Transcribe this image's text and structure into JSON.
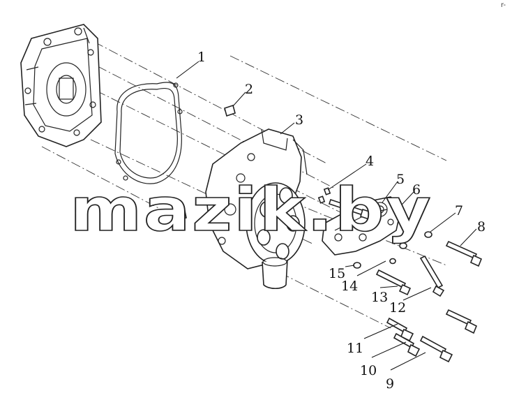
{
  "diagram": {
    "watermark": "mazik.by",
    "corner_mark": "r-",
    "callouts": [
      {
        "num": "1"
      },
      {
        "num": "2"
      },
      {
        "num": "3"
      },
      {
        "num": "4"
      },
      {
        "num": "5"
      },
      {
        "num": "6"
      },
      {
        "num": "7"
      },
      {
        "num": "8"
      },
      {
        "num": "9"
      },
      {
        "num": "10"
      },
      {
        "num": "11"
      },
      {
        "num": "12"
      },
      {
        "num": "13"
      },
      {
        "num": "14"
      },
      {
        "num": "15"
      }
    ]
  }
}
